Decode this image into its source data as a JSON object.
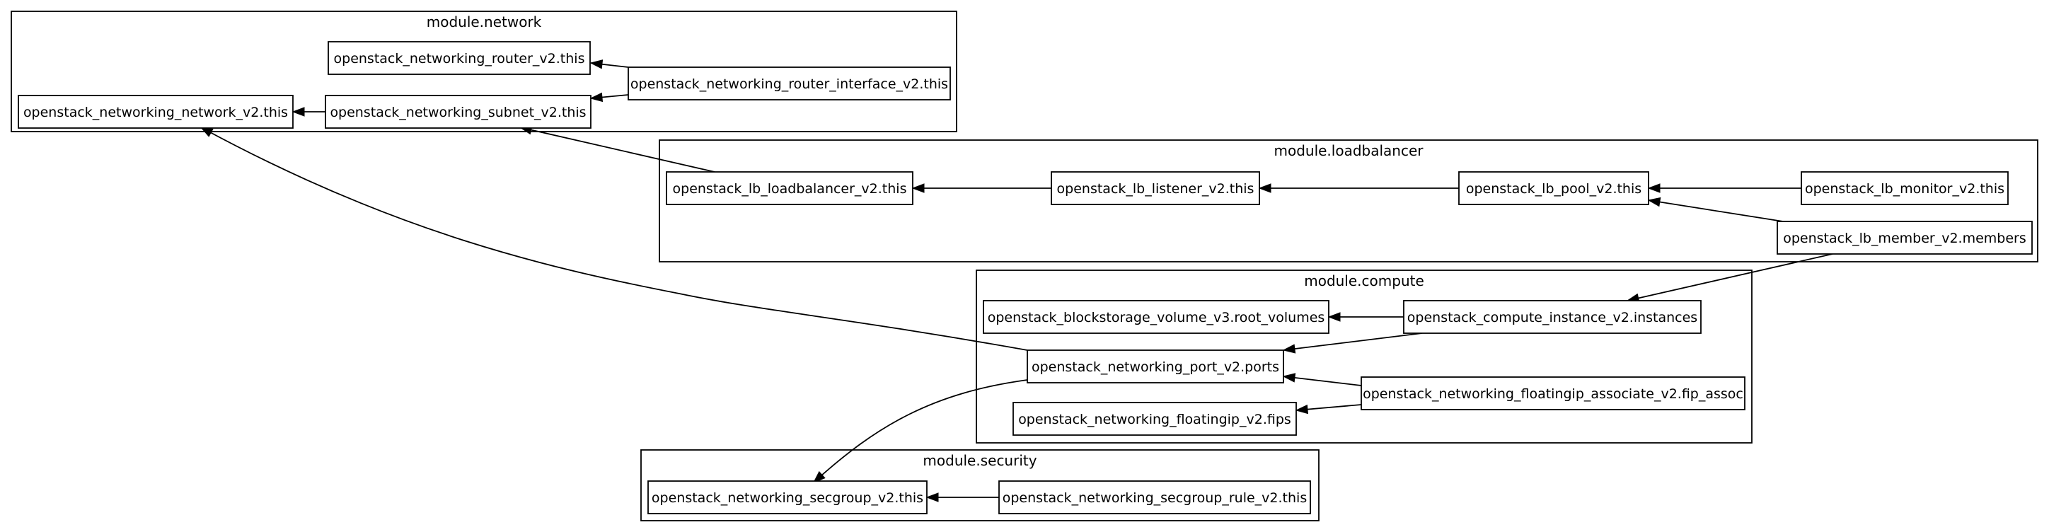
{
  "clusters": [
    {
      "id": "network",
      "label": "module.network"
    },
    {
      "id": "loadbalancer",
      "label": "module.loadbalancer"
    },
    {
      "id": "compute",
      "label": "module.compute"
    },
    {
      "id": "security",
      "label": "module.security"
    }
  ],
  "nodes": [
    {
      "id": "router",
      "label": "openstack_networking_router_v2.this"
    },
    {
      "id": "router_iface",
      "label": "openstack_networking_router_interface_v2.this"
    },
    {
      "id": "network",
      "label": "openstack_networking_network_v2.this"
    },
    {
      "id": "subnet",
      "label": "openstack_networking_subnet_v2.this"
    },
    {
      "id": "lb",
      "label": "openstack_lb_loadbalancer_v2.this"
    },
    {
      "id": "listener",
      "label": "openstack_lb_listener_v2.this"
    },
    {
      "id": "pool",
      "label": "openstack_lb_pool_v2.this"
    },
    {
      "id": "monitor",
      "label": "openstack_lb_monitor_v2.this"
    },
    {
      "id": "member",
      "label": "openstack_lb_member_v2.members"
    },
    {
      "id": "volume",
      "label": "openstack_blockstorage_volume_v3.root_volumes"
    },
    {
      "id": "instance",
      "label": "openstack_compute_instance_v2.instances"
    },
    {
      "id": "port",
      "label": "openstack_networking_port_v2.ports"
    },
    {
      "id": "fip_assoc",
      "label": "openstack_networking_floatingip_associate_v2.fip_assoc"
    },
    {
      "id": "fip",
      "label": "openstack_networking_floatingip_v2.fips"
    },
    {
      "id": "secgroup",
      "label": "openstack_networking_secgroup_v2.this"
    },
    {
      "id": "secgroup_rule",
      "label": "openstack_networking_secgroup_rule_v2.this"
    }
  ],
  "edges": [
    {
      "from": "router_iface",
      "to": "router"
    },
    {
      "from": "router_iface",
      "to": "subnet"
    },
    {
      "from": "subnet",
      "to": "network"
    },
    {
      "from": "lb",
      "to": "subnet"
    },
    {
      "from": "listener",
      "to": "lb"
    },
    {
      "from": "pool",
      "to": "listener"
    },
    {
      "from": "monitor",
      "to": "pool"
    },
    {
      "from": "member",
      "to": "pool"
    },
    {
      "from": "member",
      "to": "instance"
    },
    {
      "from": "instance",
      "to": "volume"
    },
    {
      "from": "instance",
      "to": "port"
    },
    {
      "from": "port",
      "to": "network"
    },
    {
      "from": "port",
      "to": "secgroup"
    },
    {
      "from": "fip_assoc",
      "to": "port"
    },
    {
      "from": "fip_assoc",
      "to": "fip"
    },
    {
      "from": "secgroup_rule",
      "to": "secgroup"
    }
  ]
}
